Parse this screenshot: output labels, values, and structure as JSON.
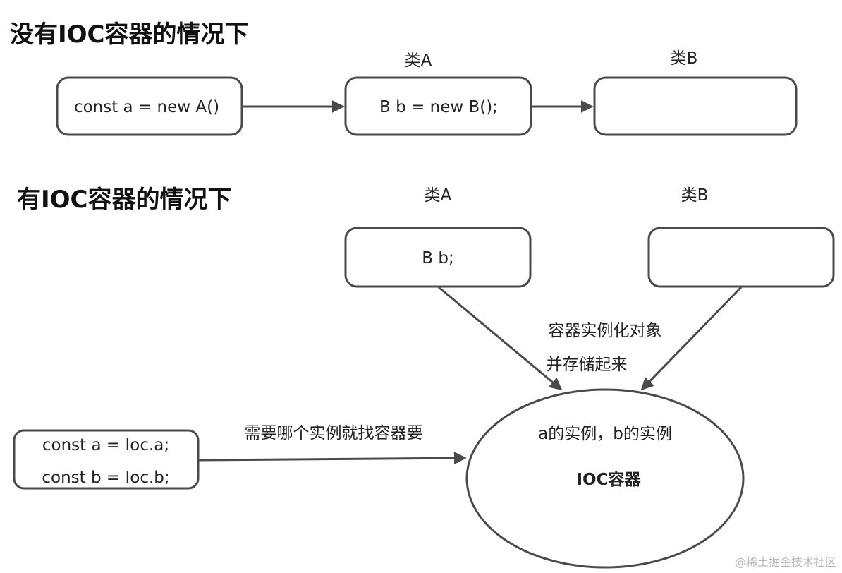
{
  "section1": {
    "title": "没有IOC容器的情况下",
    "class_a_label": "类A",
    "class_b_label": "类B",
    "caller_code": "const a = new A()",
    "class_a_code": "B b = new B();",
    "class_b_code": ""
  },
  "section2": {
    "title": "有IOC容器的情况下",
    "class_a_label": "类A",
    "class_b_label": "类B",
    "class_a_code": "B b;",
    "class_b_code": "",
    "container_note_line1": "容器实例化对象",
    "container_note_line2": "并存储起来",
    "caller_code_line1": "const a = Ioc.a;",
    "caller_code_line2": "const b = Ioc.b;",
    "request_label": "需要哪个实例就找容器要",
    "container_contents": "a的实例，b的实例",
    "container_name": "IOC容器"
  },
  "watermark": "@稀土掘金技术社区",
  "colors": {
    "stroke": "#4a4a4a",
    "text": "#222222"
  }
}
